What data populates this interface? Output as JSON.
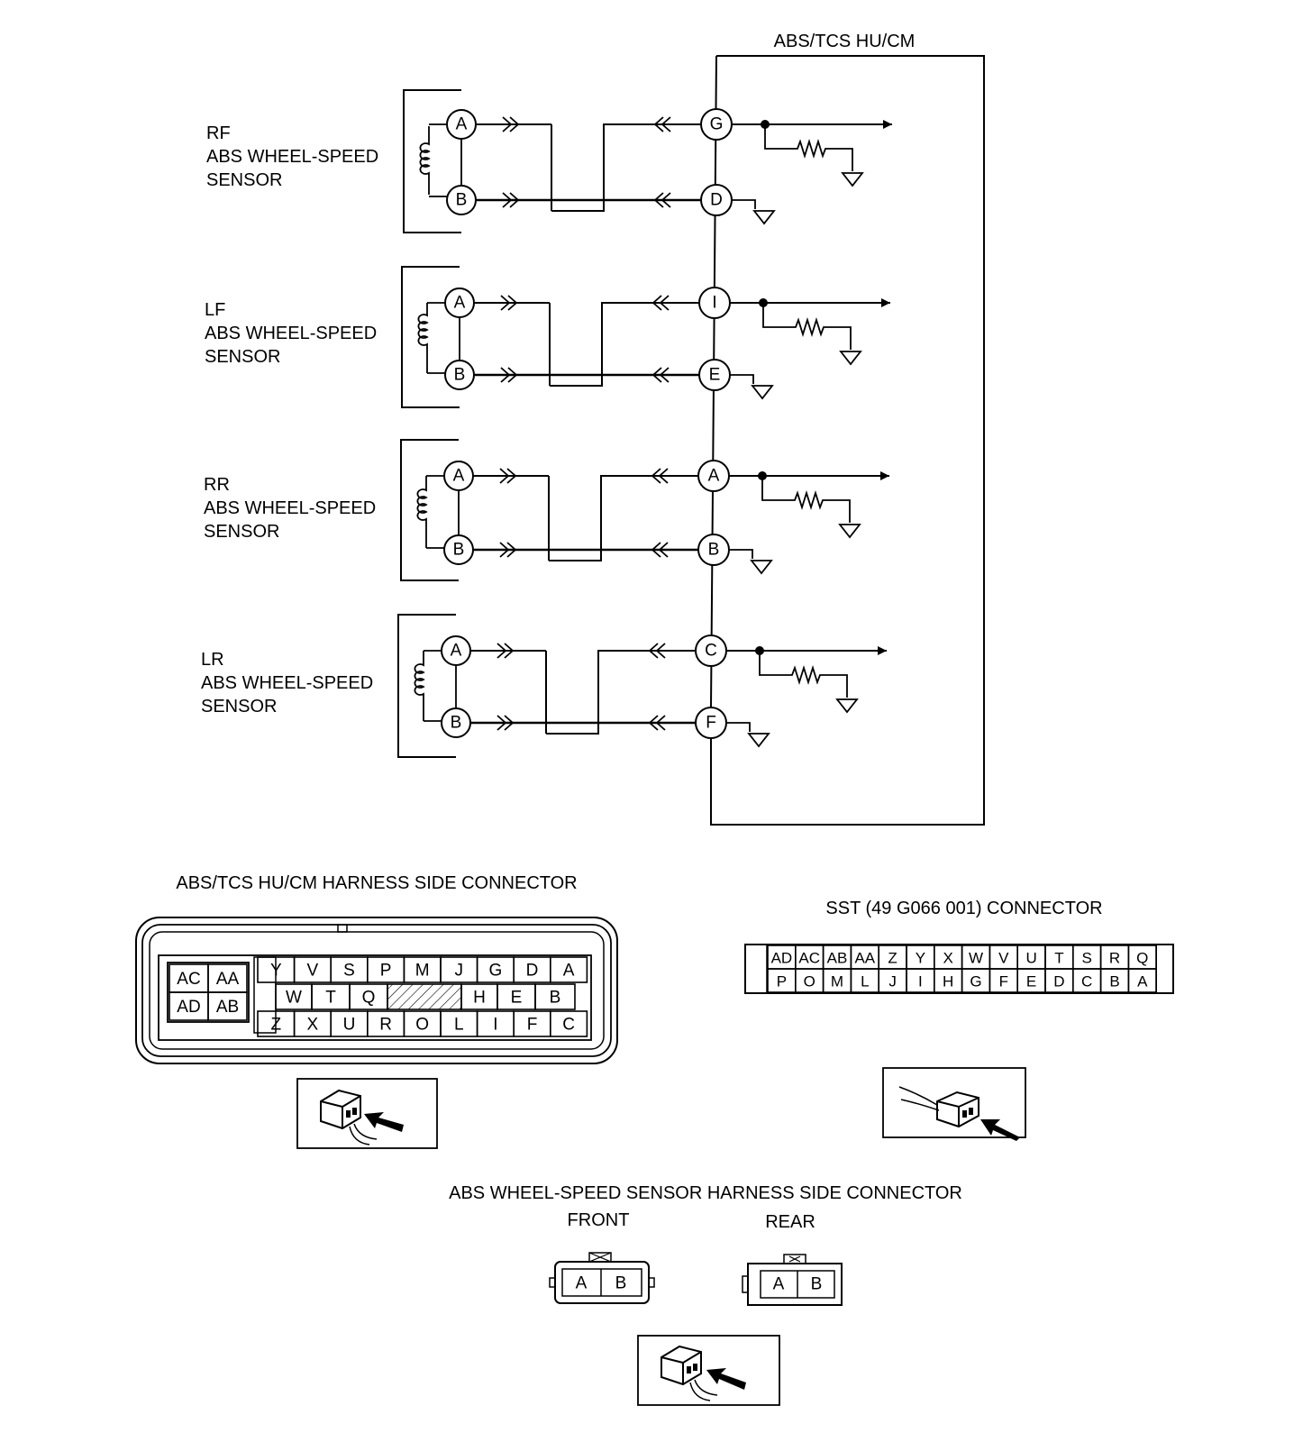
{
  "module_title": "ABS/TCS HU/CM",
  "sensors": [
    {
      "position": "RF",
      "name": "ABS WHEEL-SPEED",
      "suffix": "SENSOR",
      "pins": [
        "A",
        "B"
      ],
      "module_pins": [
        "G",
        "D"
      ]
    },
    {
      "position": "LF",
      "name": "ABS WHEEL-SPEED",
      "suffix": "SENSOR",
      "pins": [
        "A",
        "B"
      ],
      "module_pins": [
        "I",
        "E"
      ]
    },
    {
      "position": "RR",
      "name": "ABS WHEEL-SPEED",
      "suffix": "SENSOR",
      "pins": [
        "A",
        "B"
      ],
      "module_pins": [
        "A",
        "B"
      ]
    },
    {
      "position": "LR",
      "name": "ABS WHEEL-SPEED",
      "suffix": "SENSOR",
      "pins": [
        "A",
        "B"
      ],
      "module_pins": [
        "C",
        "F"
      ]
    }
  ],
  "harness_connector": {
    "title": "ABS/TCS HU/CM HARNESS SIDE CONNECTOR",
    "left_block": [
      [
        "AC",
        "AA"
      ],
      [
        "AD",
        "AB"
      ]
    ],
    "row1": [
      "Y",
      "V",
      "S",
      "P",
      "M",
      "J",
      "G",
      "D",
      "A"
    ],
    "row2": [
      "W",
      "T",
      "Q",
      "",
      "H",
      "E",
      "B"
    ],
    "row3": [
      "Z",
      "X",
      "U",
      "R",
      "O",
      "L",
      "I",
      "F",
      "C"
    ]
  },
  "sst_connector": {
    "title": "SST (49 G066 001) CONNECTOR",
    "row1": [
      "AD",
      "AC",
      "AB",
      "AA",
      "Z",
      "Y",
      "X",
      "W",
      "V",
      "U",
      "T",
      "S",
      "R",
      "Q"
    ],
    "row2": [
      "P",
      "O",
      "M",
      "L",
      "J",
      "I",
      "H",
      "G",
      "F",
      "E",
      "D",
      "C",
      "B",
      "A"
    ]
  },
  "sensor_connector": {
    "title": "ABS WHEEL-SPEED SENSOR HARNESS SIDE CONNECTOR",
    "front_label": "FRONT",
    "rear_label": "REAR",
    "front_pins": [
      "A",
      "B"
    ],
    "rear_pins": [
      "A",
      "B"
    ]
  }
}
